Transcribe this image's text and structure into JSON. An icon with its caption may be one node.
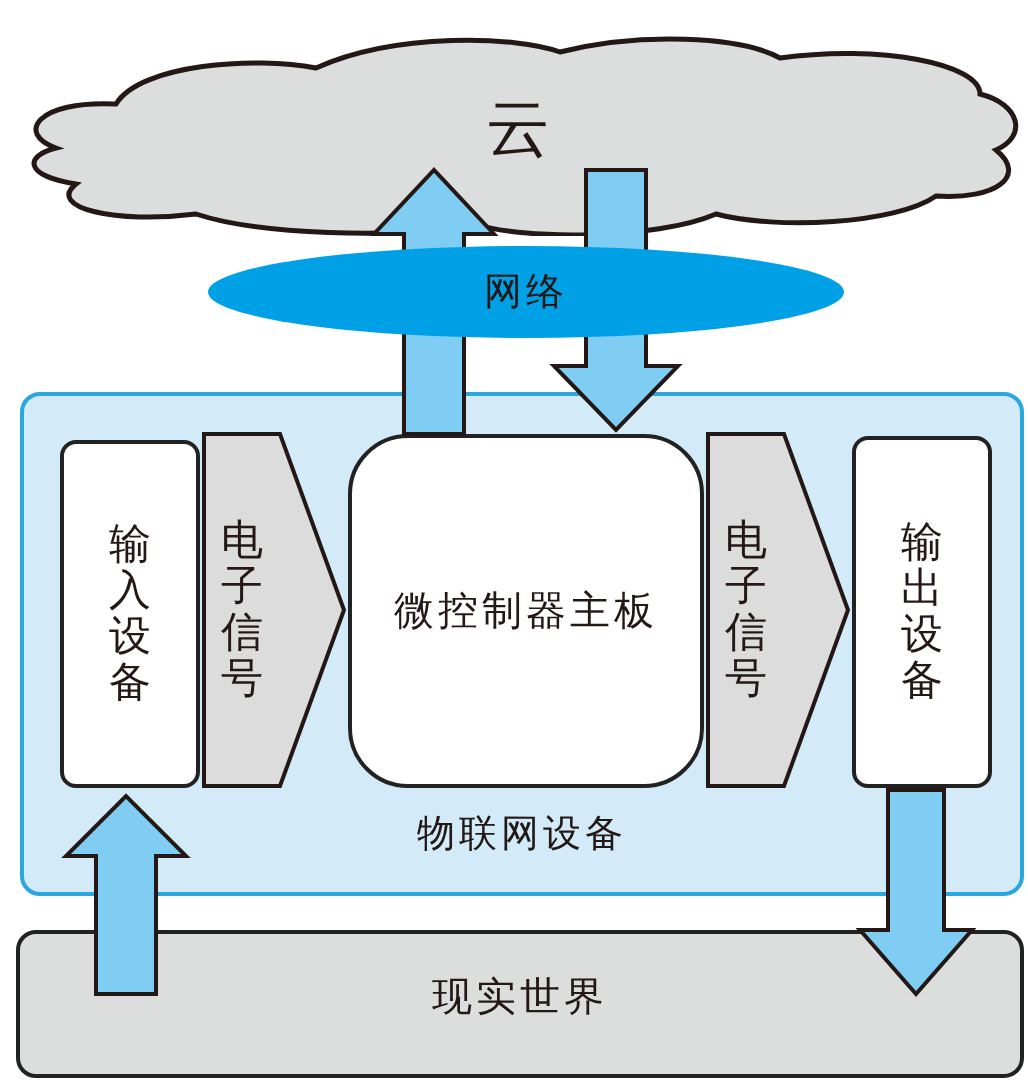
{
  "diagram": {
    "nodes": [
      {
        "text": [
          "云"
        ]
      },
      {
        "text": [
          "网络"
        ]
      },
      {
        "text": [
          "物联网设备"
        ]
      },
      {
        "text": [
          "输入设备"
        ],
        "in": 2
      },
      {
        "text": [
          "微控制器主板"
        ],
        "in": 2
      },
      {
        "text": [
          "输出设备"
        ],
        "in": 2
      },
      {
        "text": [
          "现实世界"
        ]
      }
    ],
    "edges": [
      {
        "from": 4,
        "to": 0,
        "arrow": "to"
      },
      {
        "from": 0,
        "to": 4,
        "arrow": "to"
      },
      {
        "from": 3,
        "to": 4,
        "arrow": "to",
        "label": "电子信号",
        "color": "#dcdcdc"
      },
      {
        "from": 4,
        "to": 5,
        "arrow": "to",
        "label": "电子信号",
        "color": "#dcdcdc"
      },
      {
        "from": 6,
        "to": 3,
        "arrow": "to"
      },
      {
        "from": 5,
        "to": 6,
        "arrow": "to"
      }
    ]
  }
}
